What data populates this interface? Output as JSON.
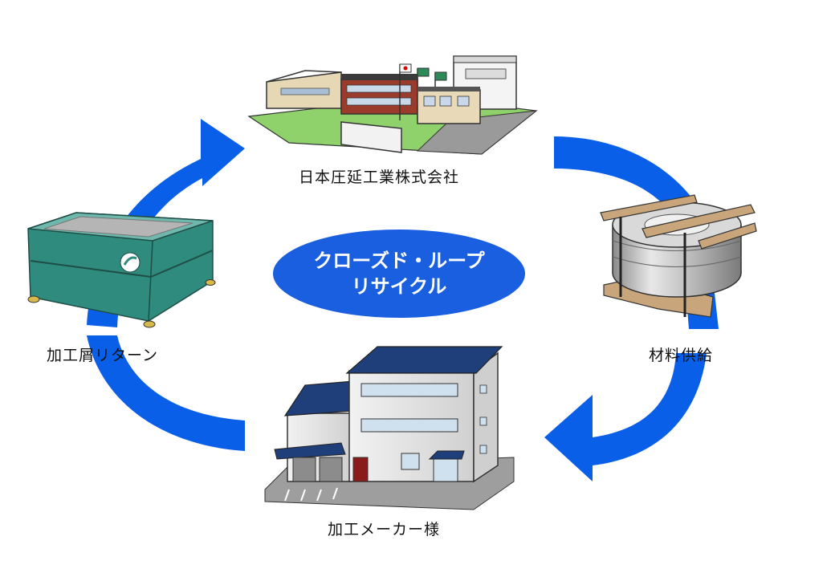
{
  "center": {
    "line1": "クローズド・ループ",
    "line2": "リサイクル"
  },
  "nodes": {
    "top": "日本圧延工業株式会社",
    "right": "材料供給",
    "bottom": "加工メーカー様",
    "left": "加工屑リターン"
  },
  "colors": {
    "arrow": "#0a5fe8",
    "center_ellipse": "#1a5fe0",
    "bin": "#2e8b7e",
    "coil": "#c8c8c8",
    "pallet": "#c8a57a",
    "roof": "#1f3f7a"
  }
}
